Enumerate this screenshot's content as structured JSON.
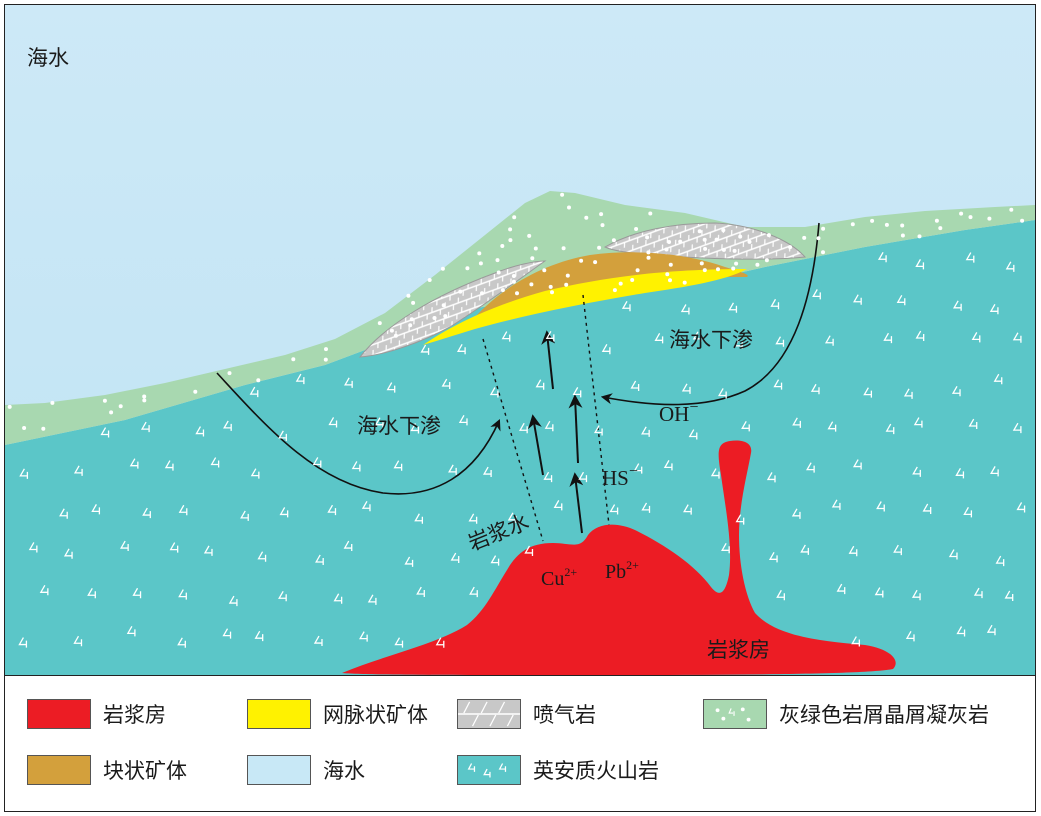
{
  "colors": {
    "magma": "#ec1c24",
    "massive_ore": "#d3a03c",
    "vein_ore": "#fff200",
    "seawater": "#c8e8f6",
    "andesite": "#5bc6c8",
    "tuff": "#a8d8b0",
    "exhalite": "#c8c8c8"
  },
  "labels": {
    "seawater_top": "海水",
    "infiltration_left": "海水下渗",
    "infiltration_right": "海水下渗",
    "magmatic_water": "岩浆水",
    "magma_chamber": "岩浆房",
    "oh": "OH",
    "oh_sign": "−",
    "hs": "HS",
    "hs_sign": "−",
    "cu": "Cu",
    "cu_charge": "2+",
    "pb": "Pb",
    "pb_charge": "2+"
  },
  "legend": [
    {
      "key": "magma",
      "label": "岩浆房",
      "pattern": "solid",
      "color": "#ec1c24"
    },
    {
      "key": "vein",
      "label": "网脉状矿体",
      "pattern": "solid",
      "color": "#fff200"
    },
    {
      "key": "exhalite",
      "label": "喷气岩",
      "pattern": "hatch",
      "color": "#c8c8c8"
    },
    {
      "key": "tuff",
      "label": "灰绿色岩屑晶屑凝灰岩",
      "pattern": "dots",
      "color": "#a8d8b0"
    },
    {
      "key": "massive",
      "label": "块状矿体",
      "pattern": "solid",
      "color": "#d3a03c"
    },
    {
      "key": "seawater",
      "label": "海水",
      "pattern": "solid",
      "color": "#c8e8f6"
    },
    {
      "key": "andesite",
      "label": "英安质火山岩",
      "pattern": "ticks",
      "color": "#5bc6c8"
    }
  ]
}
